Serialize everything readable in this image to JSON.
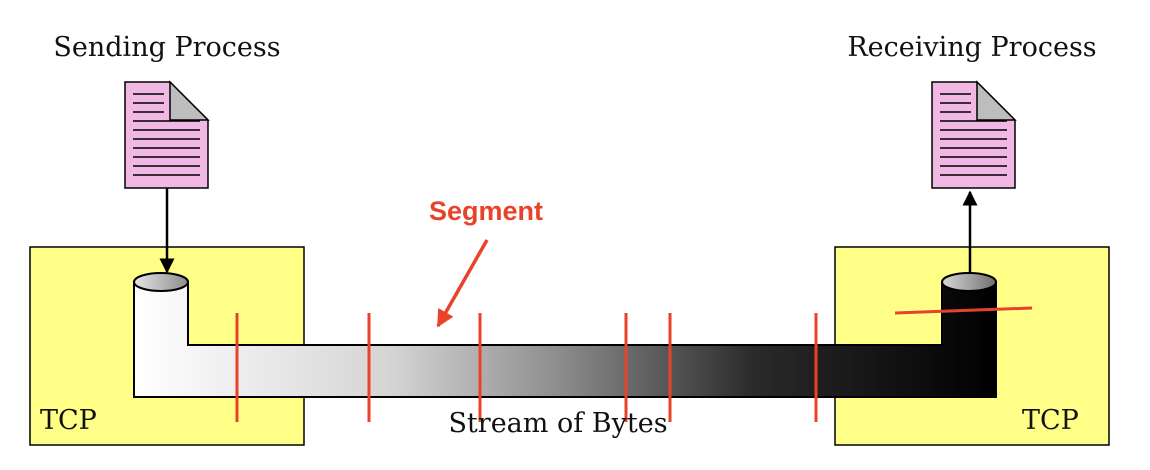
{
  "labels": {
    "sending_process": "Sending Process",
    "receiving_process": "Receiving Process",
    "segment": "Segment",
    "tcp_left": "TCP",
    "tcp_right": "TCP",
    "stream": "Stream of Bytes"
  },
  "colors": {
    "tcp_box_fill": "#ffff88",
    "document_fill": "#f2b8e4",
    "segment_marker": "#e8432a",
    "pipe_dark": "#000000",
    "pipe_light": "#ffffff"
  },
  "icons": {
    "sender_document": "document-icon",
    "receiver_document": "document-icon"
  }
}
